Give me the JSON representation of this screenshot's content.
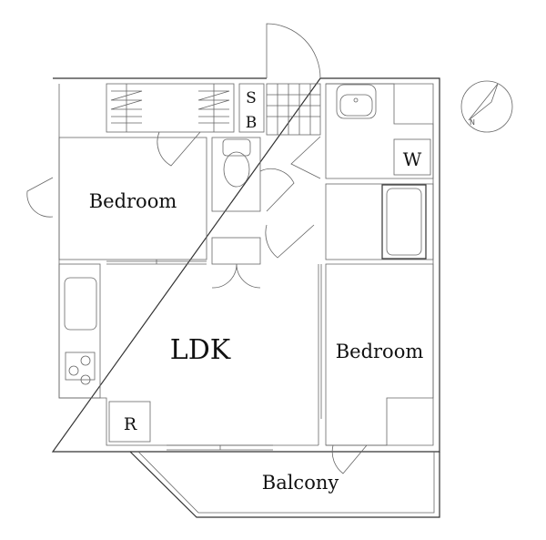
{
  "floor_plan": {
    "rooms": {
      "bedroom_1": "Bedroom",
      "bedroom_2": "Bedroom",
      "ldk": "LDK",
      "balcony": "Balcony"
    },
    "fixtures": {
      "shoe_box_top": "S",
      "shoe_box_bottom": "B",
      "washer": "W",
      "refrigerator": "R"
    },
    "colors": {
      "line": "#333333",
      "background": "#ffffff"
    }
  }
}
